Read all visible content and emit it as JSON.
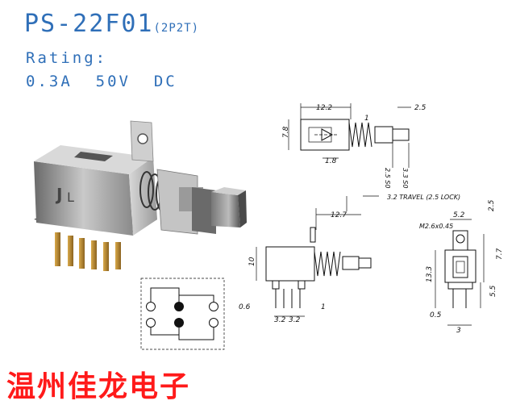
{
  "header": {
    "model": "PS-22F01",
    "model_suffix": "(2P2T)",
    "rating_label": "Rating:",
    "rating_value": "0.3A  50V  DC"
  },
  "dimensions": {
    "top_width": "12.2",
    "top_pitch": "2.5",
    "top_height": "7.8",
    "top_one": "1",
    "top_bottom": "1.8",
    "top_vert_a": "2.5 S0",
    "top_vert_b": "3.3 S0",
    "travel": "3.2 TRAVEL (2.5 LOCK)",
    "side_len": "12.7",
    "side_h": "10",
    "side_06": "0.6",
    "side_1": "1",
    "side_32": "3.2",
    "side_32b": "3.2",
    "end_hole": "M2.6x0.45",
    "end_52": "5.2",
    "end_25": "2.5",
    "end_77": "7.7",
    "end_133": "13.3",
    "end_55": "5.5",
    "end_05": "0.5",
    "end_3": "3"
  },
  "brand": {
    "name": "温州佳龙电子"
  },
  "colors": {
    "title": "#2f6fb8",
    "brand": "#ff1a1a"
  }
}
